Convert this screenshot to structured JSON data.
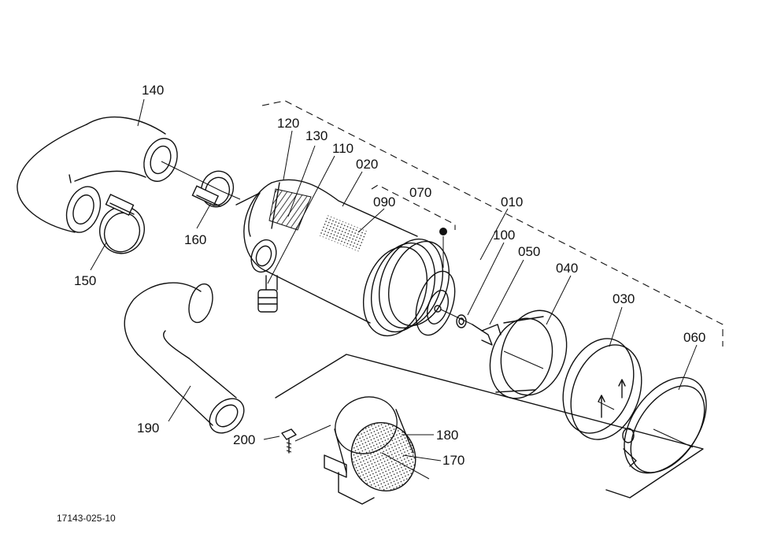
{
  "labels": {
    "p010": "010",
    "p020": "020",
    "p030": "030",
    "p040": "040",
    "p050": "050",
    "p060": "060",
    "p070": "070",
    "p090": "090",
    "p100": "100",
    "p110": "110",
    "p120": "120",
    "p130": "130",
    "p140": "140",
    "p150": "150",
    "p160": "160",
    "p170": "170",
    "p180": "180",
    "p190": "190",
    "p200": "200"
  },
  "drawing_number": "17143-025-10"
}
